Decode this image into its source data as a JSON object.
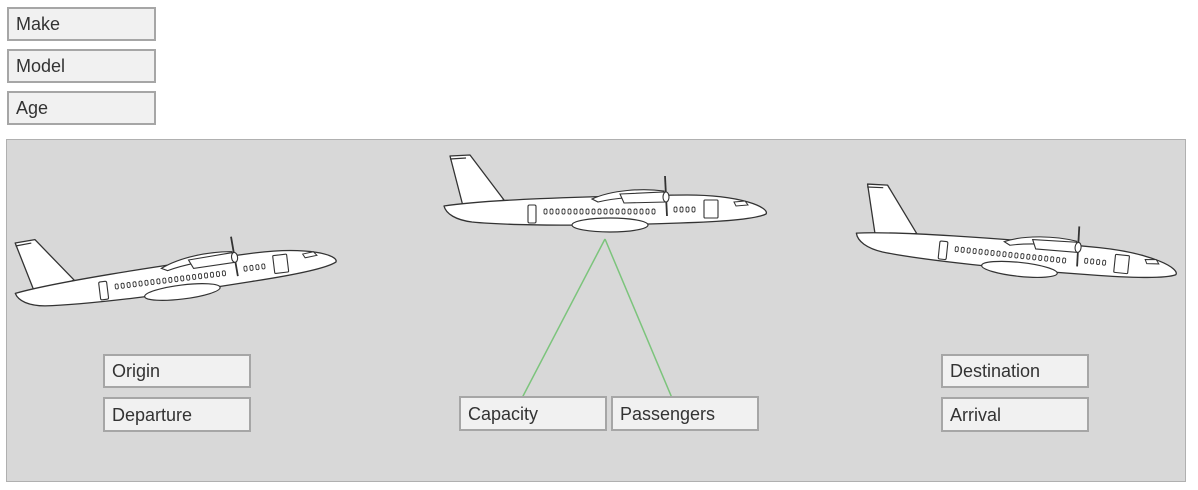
{
  "attributes": {
    "make": "Make",
    "model": "Model",
    "age": "Age"
  },
  "departure_plane": {
    "origin": "Origin",
    "departure": "Departure"
  },
  "cruise_plane": {
    "capacity": "Capacity",
    "passengers": "Passengers"
  },
  "arrival_plane": {
    "destination": "Destination",
    "arrival": "Arrival"
  },
  "icons": [
    "airplane-icon"
  ],
  "colors": {
    "panel": "#d8d8d8",
    "box_fill": "#f1f1f1",
    "box_border": "#a6a6a6",
    "connector": "#7cc47c"
  }
}
